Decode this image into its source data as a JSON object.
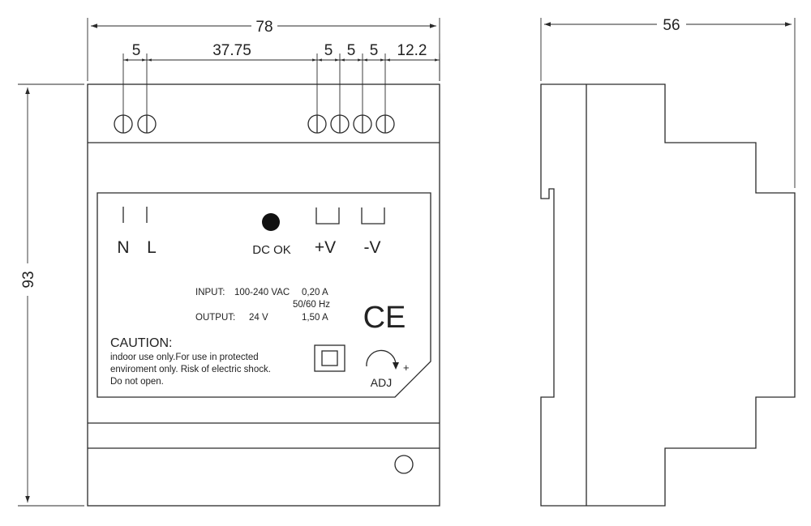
{
  "dimensions": {
    "overall_width": "78",
    "overall_height": "93",
    "depth": "56",
    "pitch_n_l": "5",
    "pitch_l_to_v": "37.75",
    "pitch_v1": "5",
    "pitch_v2": "5",
    "pitch_v3": "5",
    "edge_offset": "12.2"
  },
  "label": {
    "terminal_n": "N",
    "terminal_l": "L",
    "dc_ok": "DC OK",
    "plus_v": "+V",
    "minus_v": "-V",
    "input_label": "INPUT:",
    "input_voltage": "100-240 VAC",
    "input_current": "0,20 A",
    "input_frequency": "50/60 Hz",
    "output_label": "OUTPUT:",
    "output_voltage": "24 V",
    "output_current": "1,50 A",
    "ce_mark": "CE",
    "caution_title": "CAUTION:",
    "caution_line1": "indoor use only.For use in protected",
    "caution_line2": "enviroment only. Risk of electric shock.",
    "caution_line3": "Do not open.",
    "adj": "ADJ",
    "adj_plus": "+"
  }
}
